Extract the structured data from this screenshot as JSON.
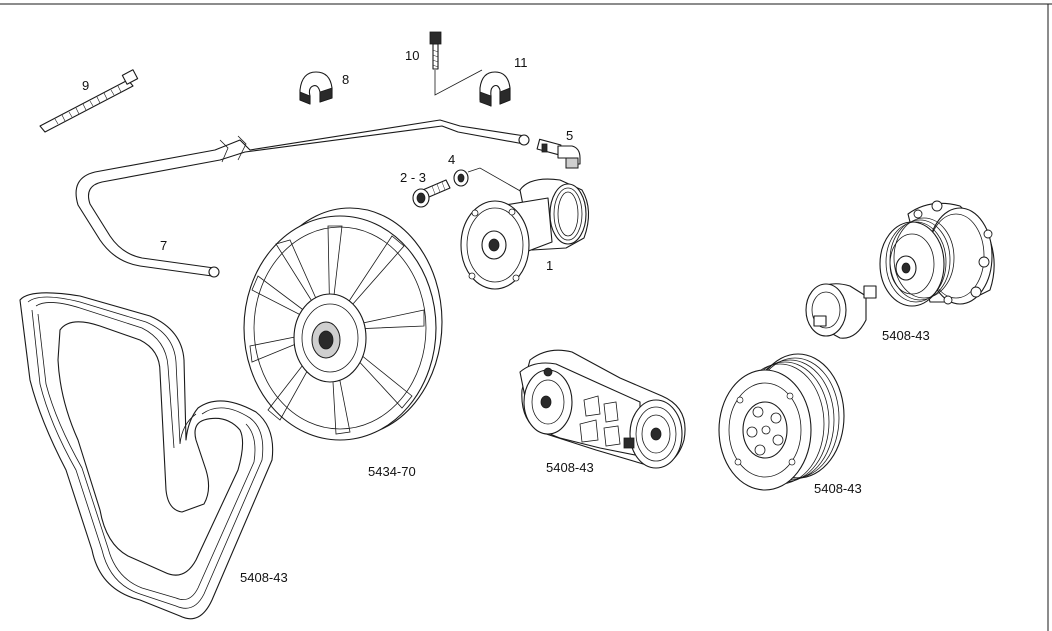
{
  "labels": {
    "item_1": "1",
    "item_2_3": "2 - 3",
    "item_4": "4",
    "item_5": "5",
    "item_7": "7",
    "item_8": "8",
    "item_9": "9",
    "item_10": "10",
    "item_11": "11",
    "fan_ref": "5434-70",
    "belt_ref": "5408-43",
    "tensioner_ref": "5408-43",
    "idler_ref": "5408-43",
    "pump_ref": "5408-43"
  }
}
